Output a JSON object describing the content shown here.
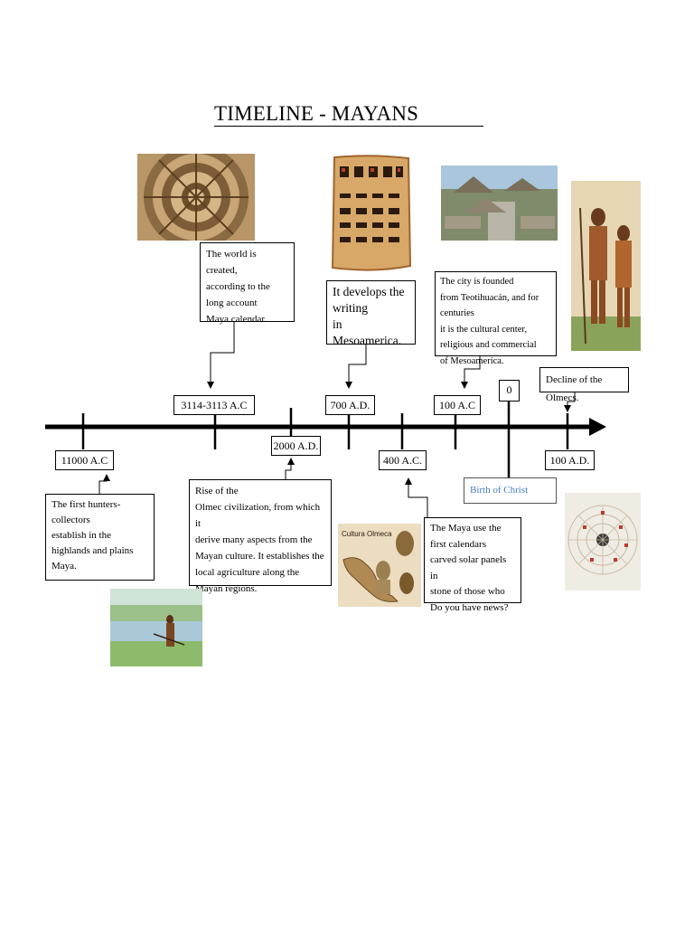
{
  "title": "TIMELINE - MAYANS",
  "dates": {
    "d11000": "11000 A.C",
    "d3114": "3114-3113 A.C",
    "d2000": "2000 A.D.",
    "d700": "700 A.D.",
    "d400": "400 A.C.",
    "d100ac": "100 A.C",
    "d0": "0",
    "d100ad": "100 A.D."
  },
  "events": {
    "hunters": "The first hunters-\ncollectors\nestablish in the\nhighlands and plains\nMaya.",
    "world_created": "The world is created,\naccording to the\nlong account\nMaya calendar.",
    "olmec_rise": "Rise of the\nOlmec civilization, from which it\nderive many aspects from the\nMayan culture. It establishes the\nlocal agriculture along the\nMayan regions.",
    "writing": "It develops the\nwriting\nin Mesoamerica.",
    "calendars": "The Maya use the\nfirst calendars\ncarved solar panels in\nstone of those who\nDo you have news?",
    "teotihuacan": "The city is founded\nfrom Teotihuacán, and for centuries\nit is the cultural center,\nreligious and commercial\nof Mesoamerica.",
    "birth_christ": "Birth of Christ",
    "olmec_decline": "Decline of the Olmecs."
  },
  "image_labels": {
    "cultura_olmeca": "Cultura Olmeca"
  },
  "colors": {
    "birth_of_christ_text": "#4a7fc0"
  }
}
